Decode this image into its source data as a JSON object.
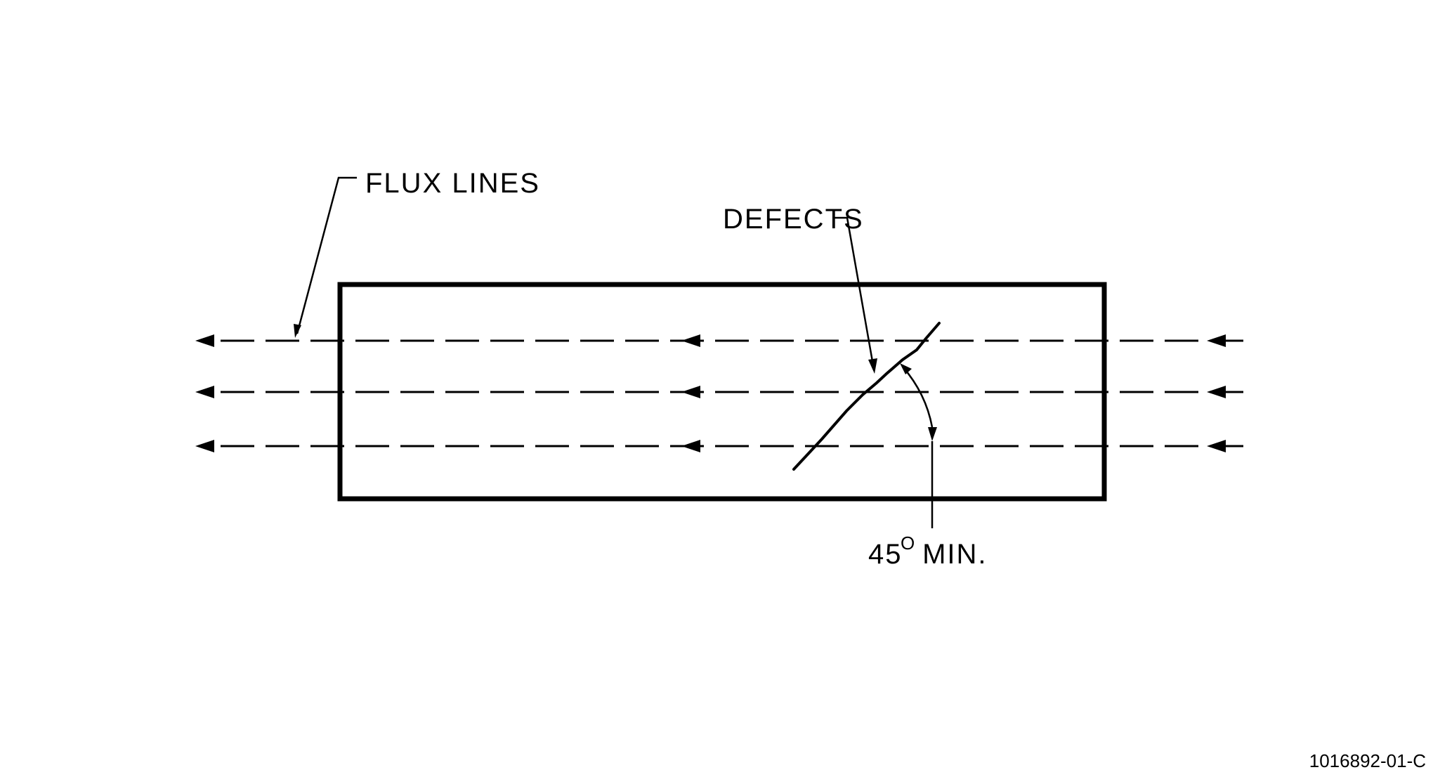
{
  "labels": {
    "flux_lines": "FLUX LINES",
    "defects": "DEFECTS",
    "angle_value": "45",
    "angle_degree_mark": "O",
    "angle_suffix": " MIN.",
    "drawing_number": "1016892-01-C"
  },
  "colors": {
    "ink": "#000000",
    "background": "#ffffff"
  },
  "diagram": {
    "flux_line_count": 3,
    "flux_direction": "right-to-left",
    "defect_angle_degrees": 45
  }
}
